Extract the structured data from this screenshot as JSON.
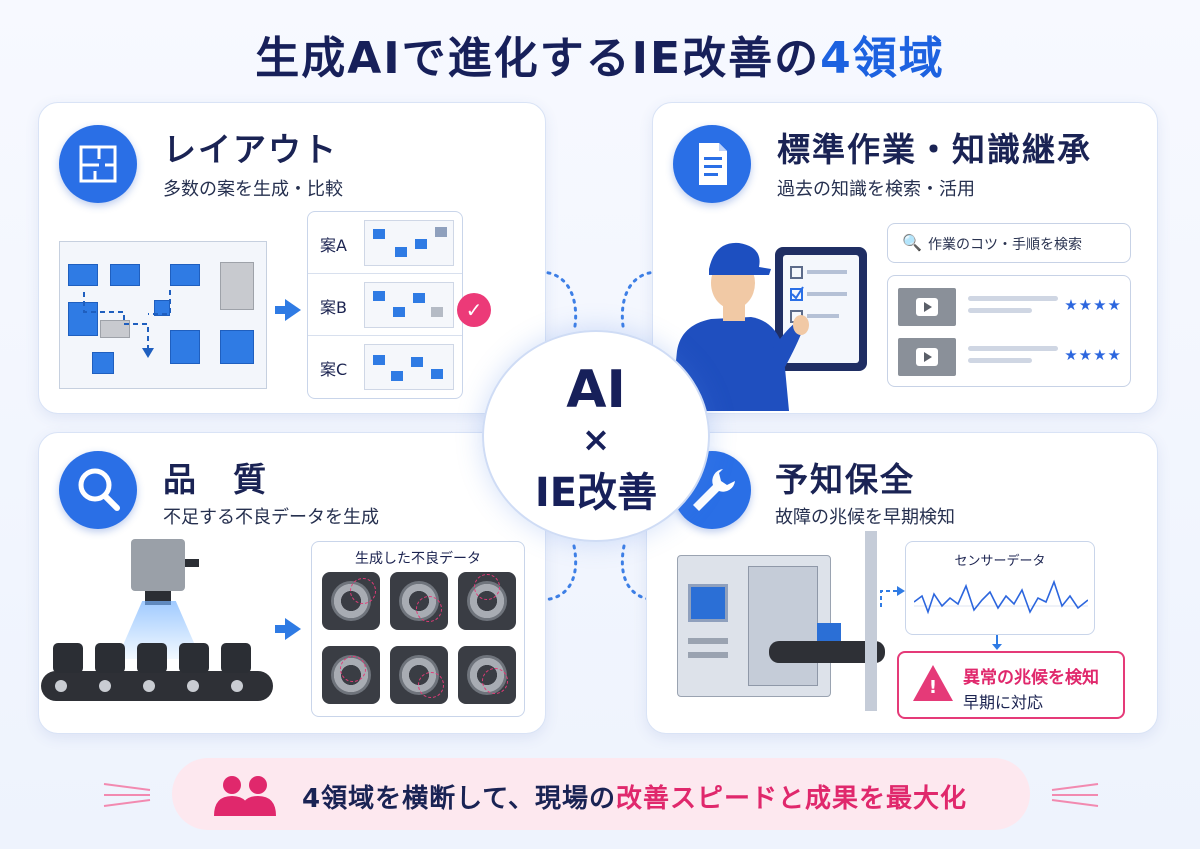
{
  "title": {
    "main": "生成AIで進化するIE改善の",
    "accent": "4領域"
  },
  "center": {
    "line1": "AI",
    "line2": "×",
    "line3": "IE改善"
  },
  "cards": {
    "layout": {
      "title": "レイアウト",
      "subtitle": "多数の案を生成・比較",
      "options": [
        "案A",
        "案B",
        "案C"
      ],
      "selected": "案B",
      "check_glyph": "✓"
    },
    "knowledge": {
      "title": "標準作業・知識継承",
      "subtitle": "過去の知識を検索・活用",
      "search_placeholder": "作業のコツ・手順を検索",
      "search_glyph": "🔍",
      "stars": [
        "★★★★",
        "★★★★"
      ]
    },
    "quality": {
      "title": "品　質",
      "subtitle": "不足する不良データを生成",
      "panel_title": "生成した不良データ"
    },
    "maintenance": {
      "title": "予知保全",
      "subtitle": "故障の兆候を早期検知",
      "sensor_title": "センサーデータ",
      "alert_line1": "異常の兆候を検知",
      "alert_line2": "早期に対応",
      "alert_glyph": "!"
    }
  },
  "banner": {
    "pre": "4領域を横断して、現場の",
    "highlight": "改善スピードと成果を最大化"
  },
  "colors": {
    "accent": "#1d62e0",
    "highlight": "#e0286c",
    "icon_bg": "#2a6fe6"
  },
  "icons": [
    "floorplan-icon",
    "document-icon",
    "magnifier-icon",
    "wrench-icon",
    "people-icon",
    "check-icon",
    "search-icon",
    "warning-icon",
    "play-icon"
  ]
}
